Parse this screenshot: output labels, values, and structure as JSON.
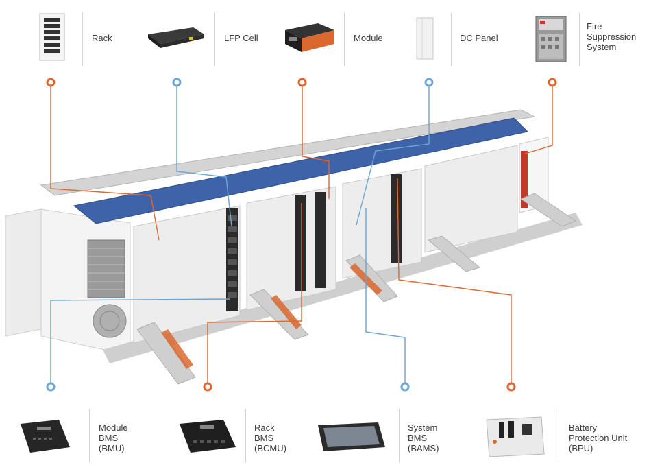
{
  "top_components": [
    {
      "id": "rack",
      "label": "Rack"
    },
    {
      "id": "lfp-cell",
      "label": "LFP Cell"
    },
    {
      "id": "module",
      "label": "Module"
    },
    {
      "id": "dc-panel",
      "label": "DC Panel"
    },
    {
      "id": "fire-suppression",
      "label": "Fire\nSuppression\nSystem"
    }
  ],
  "bottom_components": [
    {
      "id": "bmu",
      "label": "Module\nBMS\n(BMU)"
    },
    {
      "id": "bcmu",
      "label": "Rack\nBMS\n(BCMU)"
    },
    {
      "id": "bams",
      "label": "System\nBMS\n(BAMS)"
    },
    {
      "id": "bpu",
      "label": "Battery\nProtection Unit\n(BPU)"
    }
  ],
  "colors": {
    "orange": "#e0662f",
    "blue": "#6aa6d6",
    "roof": "#3f63a8",
    "steel": "#e3e3e3",
    "dark": "#2a2a2a"
  }
}
